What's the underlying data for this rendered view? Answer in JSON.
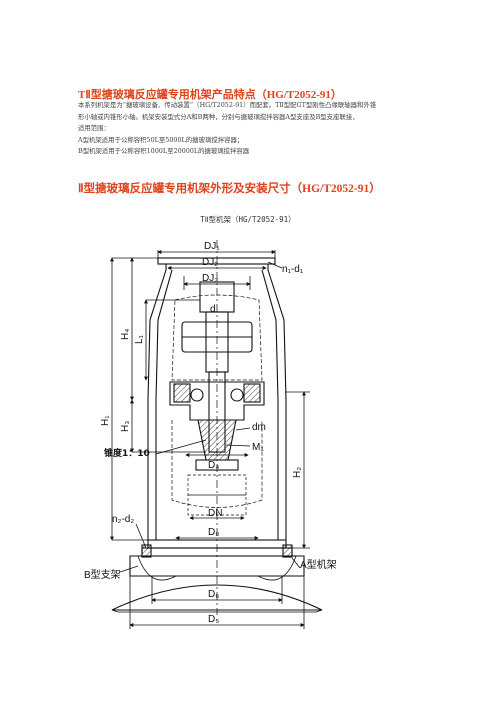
{
  "heading_features": "TⅡ型搪玻璃反应罐专用机架产品特点（HG/T2052-91）",
  "intro_lines": [
    "本系列机架是为“搪玻璃设备、传动装置”（HG/T2052-91）而配套。TⅡ型配GT型刚性凸缘联轴器和外锥",
    "形小轴或内锥形小轴。机架安装型式分A和B两种，分别与搪玻璃搅拌容器A型支座及B型支座联接，",
    "适用范围：",
    "A型机架适用于公称容积50L至5000L的搪玻璃搅拌容器；",
    "B型机架适用于公称容积1000L至20000L的搪玻璃搅拌容器"
  ],
  "heading_dimensions": "Ⅱ型搪玻璃反应罐专用机架外形及安装尺寸（HG/T2052-91）",
  "figure_caption": "TⅡ型机架（HG/T2052-91）",
  "drawing_labels": {
    "dj1": "DJ₁",
    "dj2": "DJ₂",
    "dj3": "DJ₃",
    "n1d1": "n₁-d₁",
    "d": "d",
    "h4": "H₄",
    "l1": "L₁",
    "h1": "H₁",
    "h3": "H₃",
    "dm": "dm",
    "m1": "M₁",
    "taper": "锥度1：10",
    "d4": "D₄",
    "h2": "H₂",
    "dn": "DN",
    "d0": "D₀",
    "n2d2": "n₂-d₂",
    "b_support": "B型支架",
    "a_frame": "A型机架",
    "d6": "D₆",
    "d5": "D₅"
  }
}
